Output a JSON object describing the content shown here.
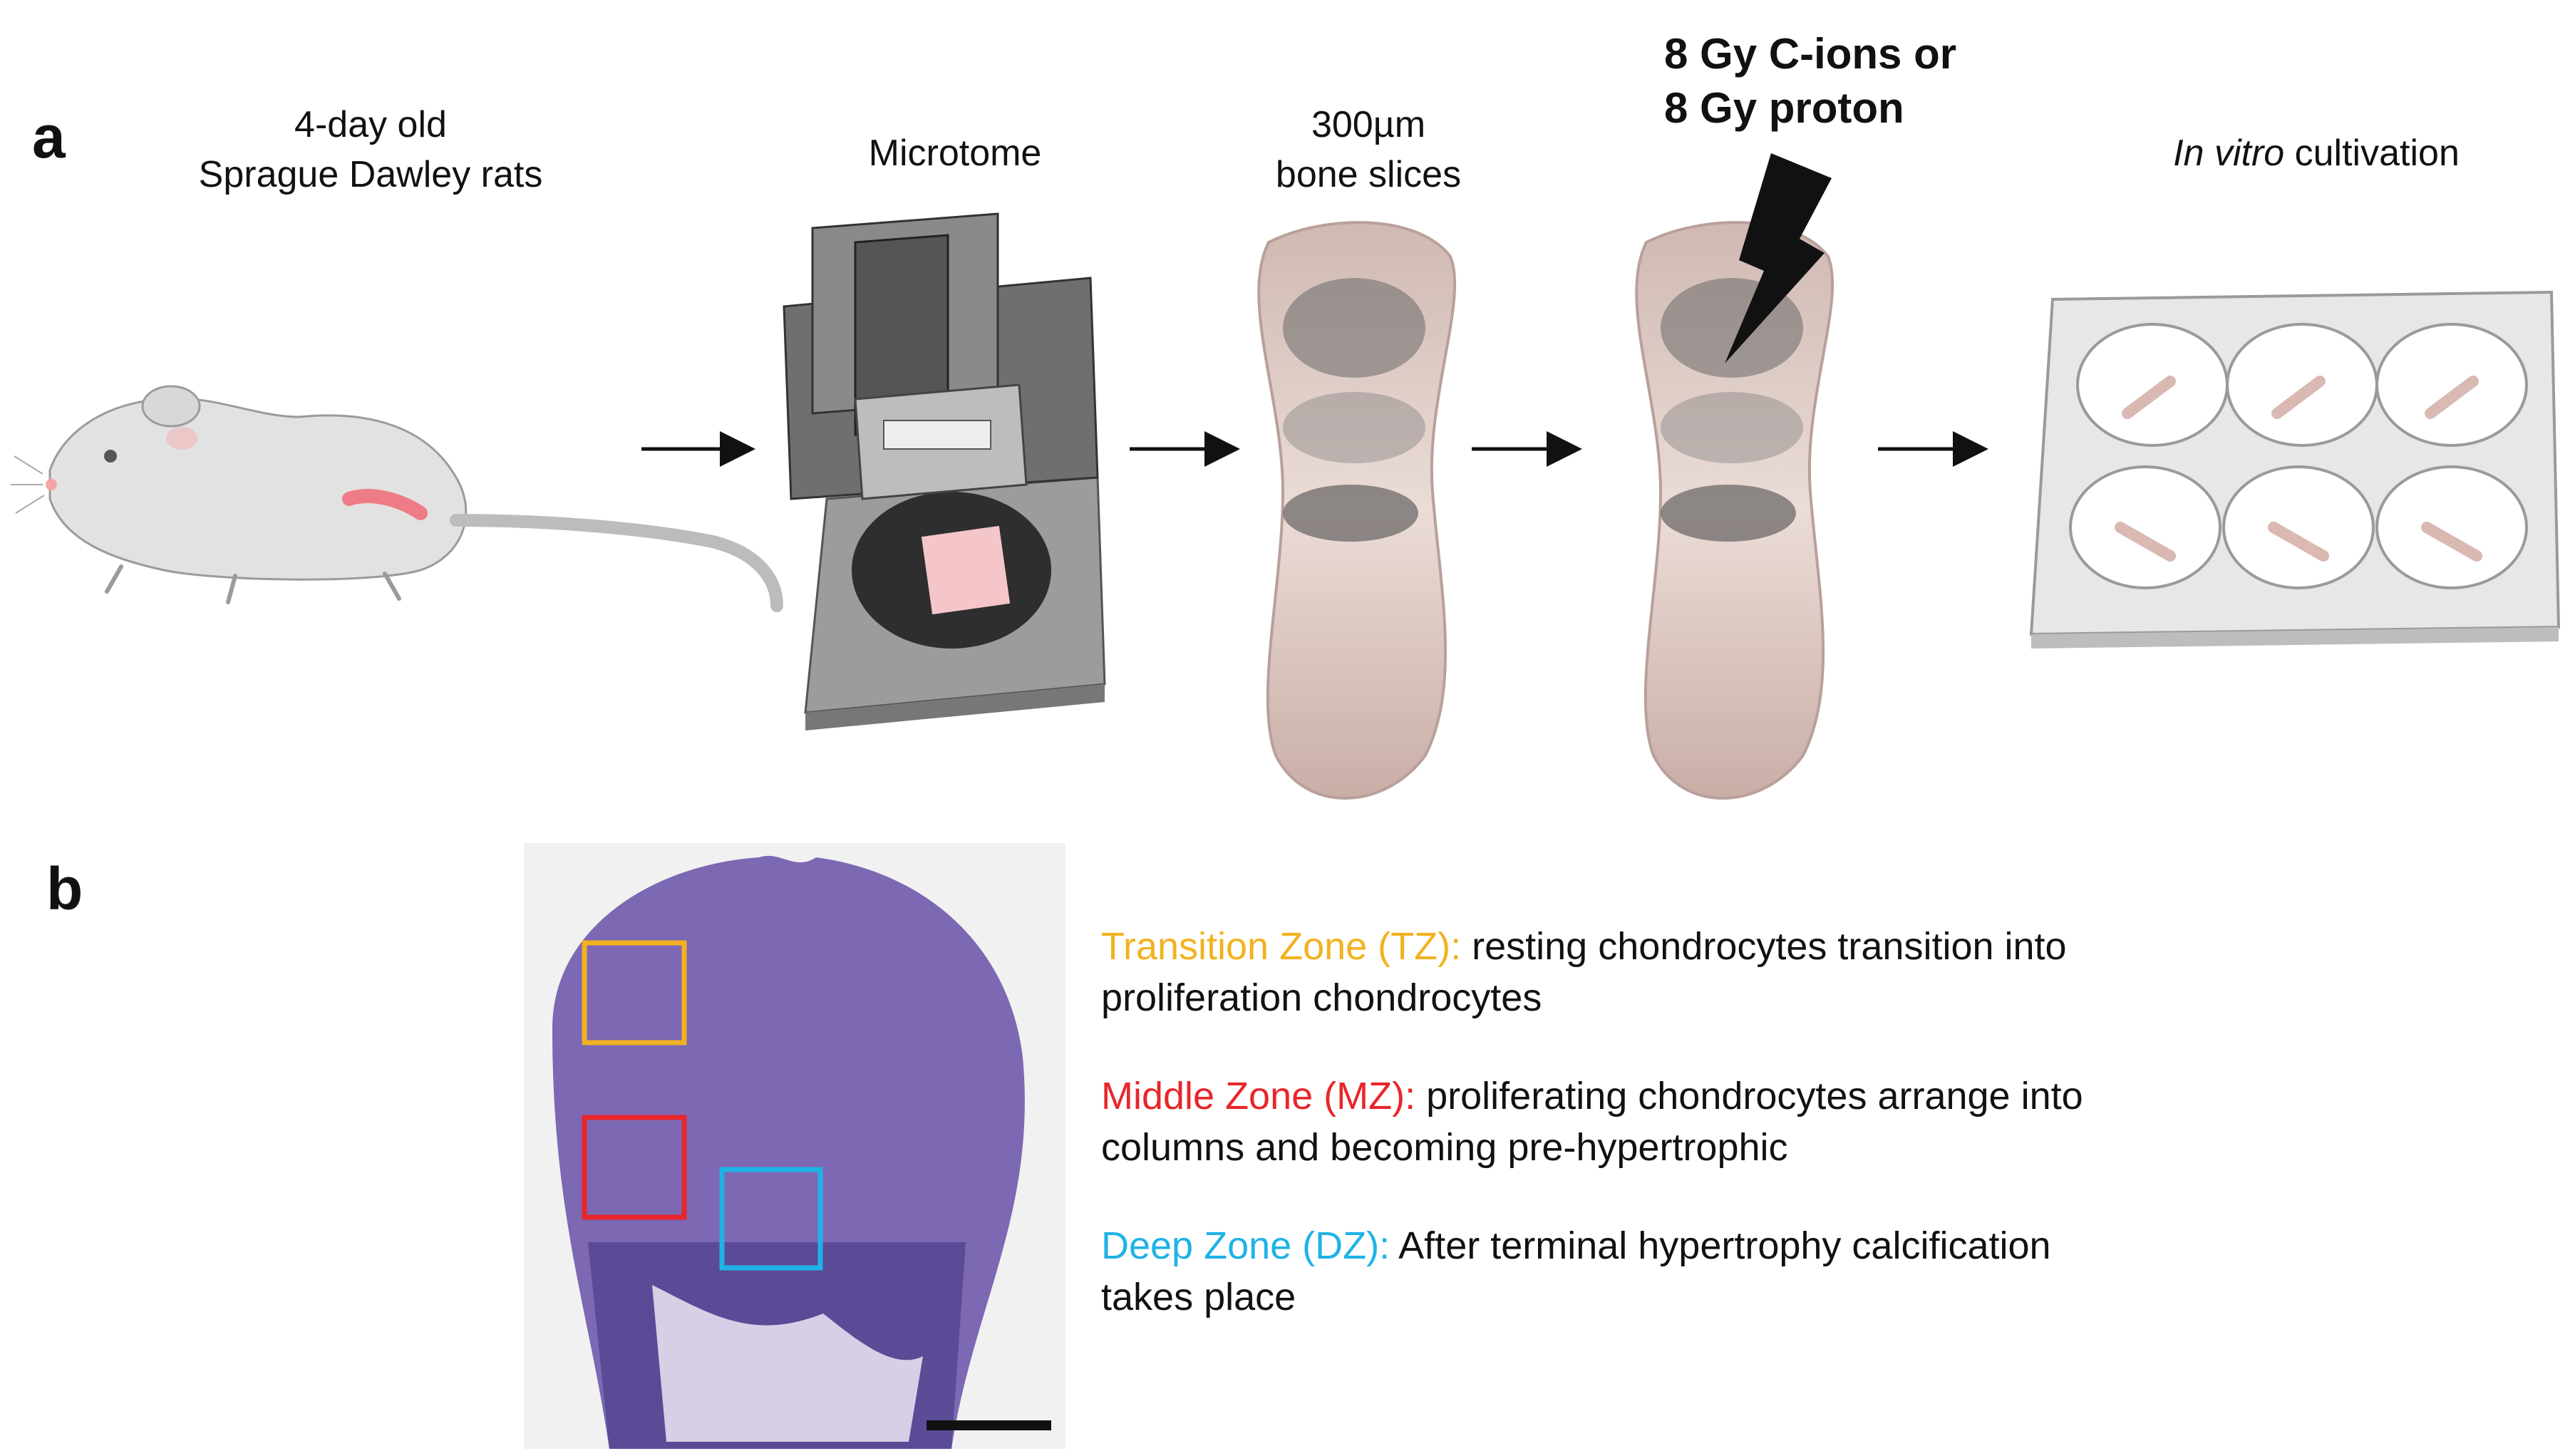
{
  "panel_a": {
    "letter": "a",
    "steps": [
      {
        "line1": "4-day old",
        "line2": "Sprague Dawley rats"
      },
      {
        "line1": "Microtome"
      },
      {
        "line1": "300µm",
        "line2": "bone slices"
      },
      {
        "line1": "8 Gy C-ions or",
        "line2": "8 Gy proton"
      },
      {
        "italic": "In vitro",
        "rest": " cultivation"
      }
    ]
  },
  "panel_b": {
    "letter": "b",
    "zones": [
      {
        "name": "Transition Zone (TZ):",
        "desc1": " resting chondrocytes transition into",
        "desc2": "proliferation chondrocytes",
        "color": "#f2b21f"
      },
      {
        "name": "Middle Zone (MZ):",
        "desc1": " proliferating chondrocytes arrange into",
        "desc2": "columns and becoming pre-hypertrophic",
        "color": "#e8262a"
      },
      {
        "name": "Deep Zone (DZ):",
        "desc1": " After terminal hypertrophy calcification",
        "desc2": "takes place",
        "color": "#1fb2e6"
      }
    ]
  },
  "colors": {
    "bone": "#dcc7c0",
    "bone_edge": "#b9a09a",
    "tissue": "#7a66b0",
    "rat": "#e2e2e2"
  }
}
